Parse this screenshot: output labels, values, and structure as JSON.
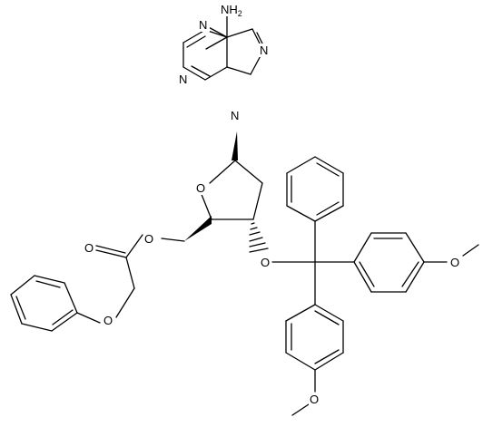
{
  "figure": {
    "type": "chemical-structure",
    "atom_labels": {
      "amine": "NH",
      "amine_sub": "2",
      "n1": "N",
      "n3": "N",
      "n7": "N",
      "n9": "N",
      "ring_o": "O",
      "ester_o": "O",
      "carbonyl_o": "O",
      "ether_o": "O",
      "trityl_o": "O",
      "methoxy_o1": "O",
      "methoxy_o2": "O"
    },
    "stereo_marks": [
      "wedge",
      "wedge",
      "hash"
    ]
  }
}
